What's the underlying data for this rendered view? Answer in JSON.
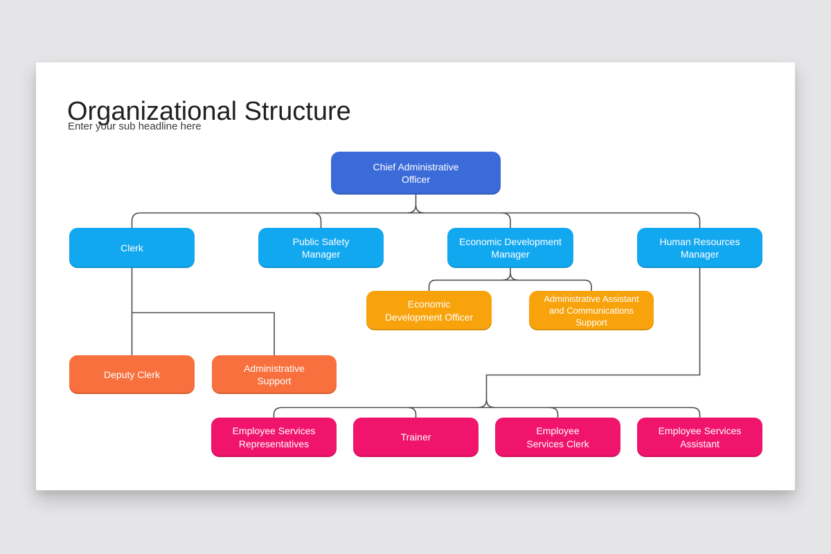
{
  "slide": {
    "title": "Organizational Structure",
    "subtitle": "Enter your sub headline here"
  },
  "colors": {
    "background": "#E5E4E6",
    "card": "#FFFFFF",
    "connector": "#4A4A4A",
    "level1": "#3B6BD9",
    "level2": "#12A8F0",
    "level3": "#F8A30C",
    "level4": "#F7703D",
    "level5": "#F0146C"
  },
  "nodes": [
    {
      "id": "chief-administrative-officer",
      "label": "Chief Administrative\nOfficer",
      "color": "#3B6BD9"
    },
    {
      "id": "clerk",
      "label": "Clerk",
      "color": "#12A8F0"
    },
    {
      "id": "public-safety-manager",
      "label": "Public Safety\nManager",
      "color": "#12A8F0"
    },
    {
      "id": "economic-development-manager",
      "label": "Economic Development\nManager",
      "color": "#12A8F0"
    },
    {
      "id": "human-resources-manager",
      "label": "Human Resources\nManager",
      "color": "#12A8F0"
    },
    {
      "id": "economic-development-officer",
      "label": "Economic\nDevelopment Officer",
      "color": "#F8A30C"
    },
    {
      "id": "administrative-assistant-and-communications-support",
      "label": "Administrative Assistant\nand Communications\nSupport",
      "color": "#F8A30C"
    },
    {
      "id": "deputy-clerk",
      "label": "Deputy Clerk",
      "color": "#F7703D"
    },
    {
      "id": "administrative-support",
      "label": "Administrative\nSupport",
      "color": "#F7703D"
    },
    {
      "id": "employee-services-representatives",
      "label": "Employee Services\nRepresentatives",
      "color": "#F0146C"
    },
    {
      "id": "trainer",
      "label": "Trainer",
      "color": "#F0146C"
    },
    {
      "id": "employee-services-clerk",
      "label": "Employee\nServices Clerk",
      "color": "#F0146C"
    },
    {
      "id": "employee-services-assistant",
      "label": "Employee Services\nAssistant",
      "color": "#F0146C"
    }
  ],
  "edges": [
    [
      "chief-administrative-officer",
      "clerk"
    ],
    [
      "chief-administrative-officer",
      "public-safety-manager"
    ],
    [
      "chief-administrative-officer",
      "economic-development-manager"
    ],
    [
      "chief-administrative-officer",
      "human-resources-manager"
    ],
    [
      "clerk",
      "deputy-clerk"
    ],
    [
      "clerk",
      "administrative-support"
    ],
    [
      "economic-development-manager",
      "economic-development-officer"
    ],
    [
      "economic-development-manager",
      "administrative-assistant-and-communications-support"
    ],
    [
      "human-resources-manager",
      "employee-services-representatives"
    ],
    [
      "human-resources-manager",
      "trainer"
    ],
    [
      "human-resources-manager",
      "employee-services-clerk"
    ],
    [
      "human-resources-manager",
      "employee-services-assistant"
    ]
  ]
}
